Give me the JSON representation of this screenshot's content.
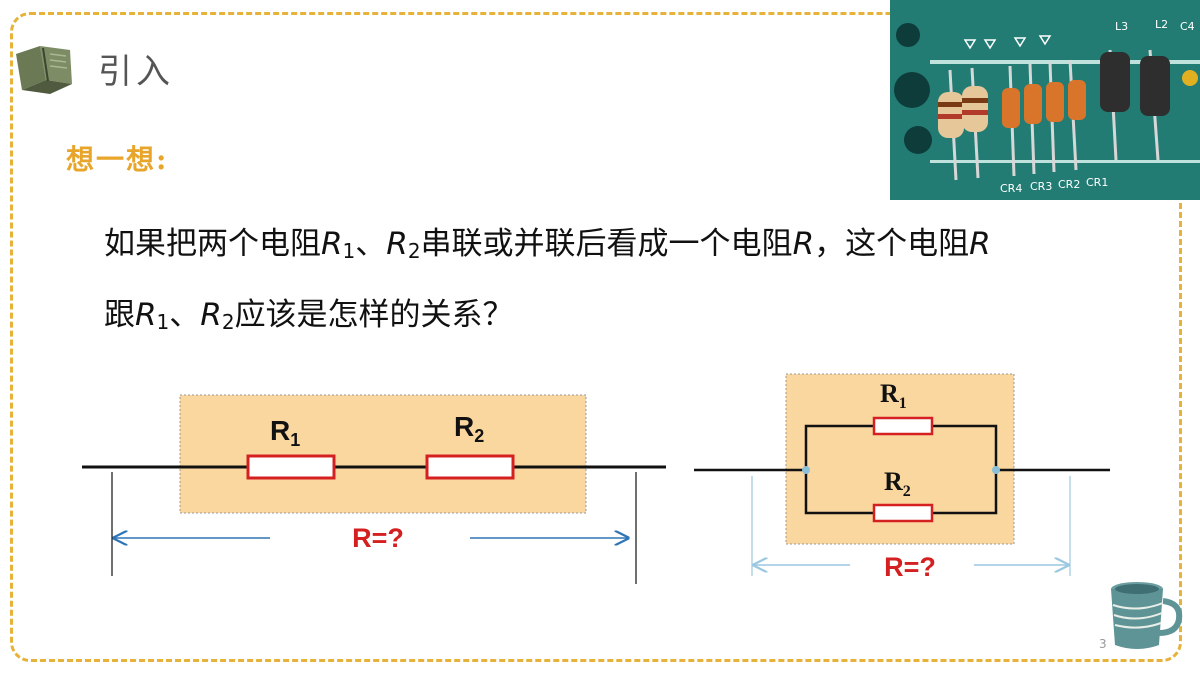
{
  "header": {
    "title": "引入"
  },
  "section": {
    "label": "想一想:"
  },
  "question": {
    "line1_a": "如果把两个电阻",
    "R": "R",
    "sub1": "1",
    "sep": "、",
    "sub2": "2",
    "line1_b": "串联或并联后看成一个电阻",
    "line1_c": "，这个电阻",
    "line2_a": "跟",
    "line2_b": "应该是怎样的关系？"
  },
  "series_circuit": {
    "r1_main": "R",
    "r1_sub": "1",
    "r2_main": "R",
    "r2_sub": "2",
    "result": "R=?"
  },
  "parallel_circuit": {
    "r1_main": "R",
    "r1_sub": "1",
    "r2_main": "R",
    "r2_sub": "2",
    "result": "R=?"
  },
  "photo": {
    "labels": [
      "L3",
      "L2",
      "C4",
      "CR4",
      "CR3",
      "CR2",
      "CR1"
    ]
  },
  "footer": {
    "page_number": "3"
  },
  "colors": {
    "border": "#e6b23a",
    "accent": "#e8a52b",
    "resistor": "#d42020",
    "box": "#fbd7a0",
    "arrow": "#2e75b6"
  }
}
